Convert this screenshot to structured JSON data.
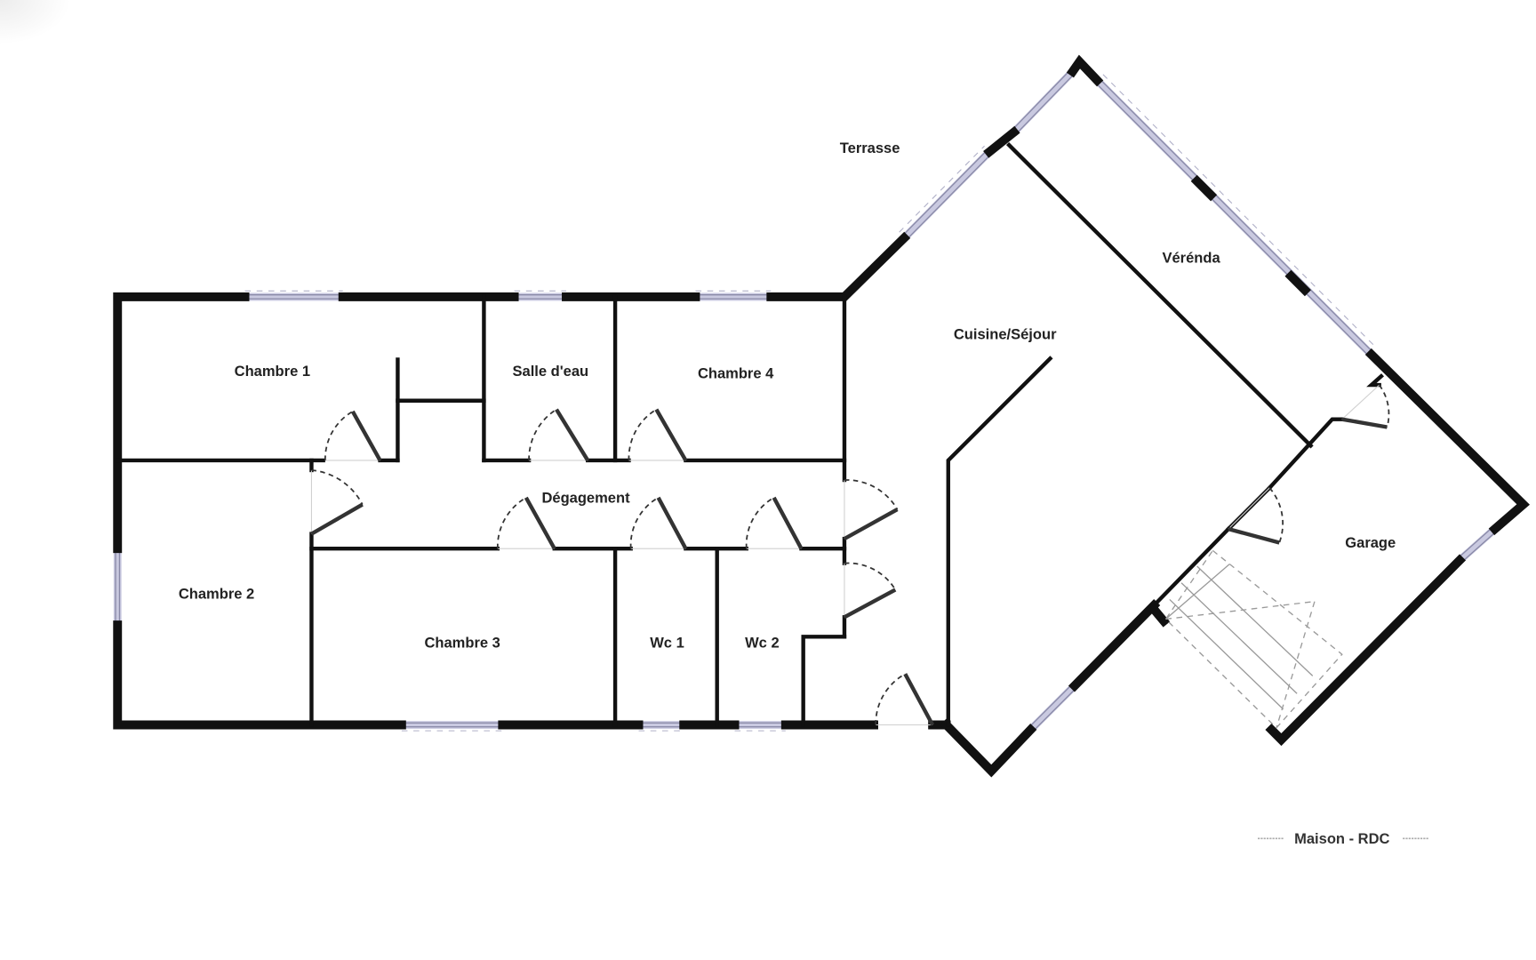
{
  "plan": {
    "title": "Maison - RDC",
    "colors": {
      "wall": "#111111",
      "window": "#c9c9e0",
      "door": "#333333",
      "background": "#ffffff",
      "text": "#222222"
    },
    "rooms": [
      {
        "id": "chambre-1",
        "label": "Chambre 1"
      },
      {
        "id": "salle-deau",
        "label": "Salle d'eau"
      },
      {
        "id": "chambre-4",
        "label": "Chambre 4"
      },
      {
        "id": "degagement",
        "label": "Dégagement"
      },
      {
        "id": "chambre-2",
        "label": "Chambre 2"
      },
      {
        "id": "chambre-3",
        "label": "Chambre 3"
      },
      {
        "id": "wc-1",
        "label": "Wc 1"
      },
      {
        "id": "wc-2",
        "label": "Wc 2"
      },
      {
        "id": "cuisine-sejour",
        "label": "Cuisine/Séjour"
      },
      {
        "id": "veranda",
        "label": "Vérénda"
      },
      {
        "id": "garage",
        "label": "Garage"
      },
      {
        "id": "terrasse",
        "label": "Terrasse"
      }
    ]
  }
}
